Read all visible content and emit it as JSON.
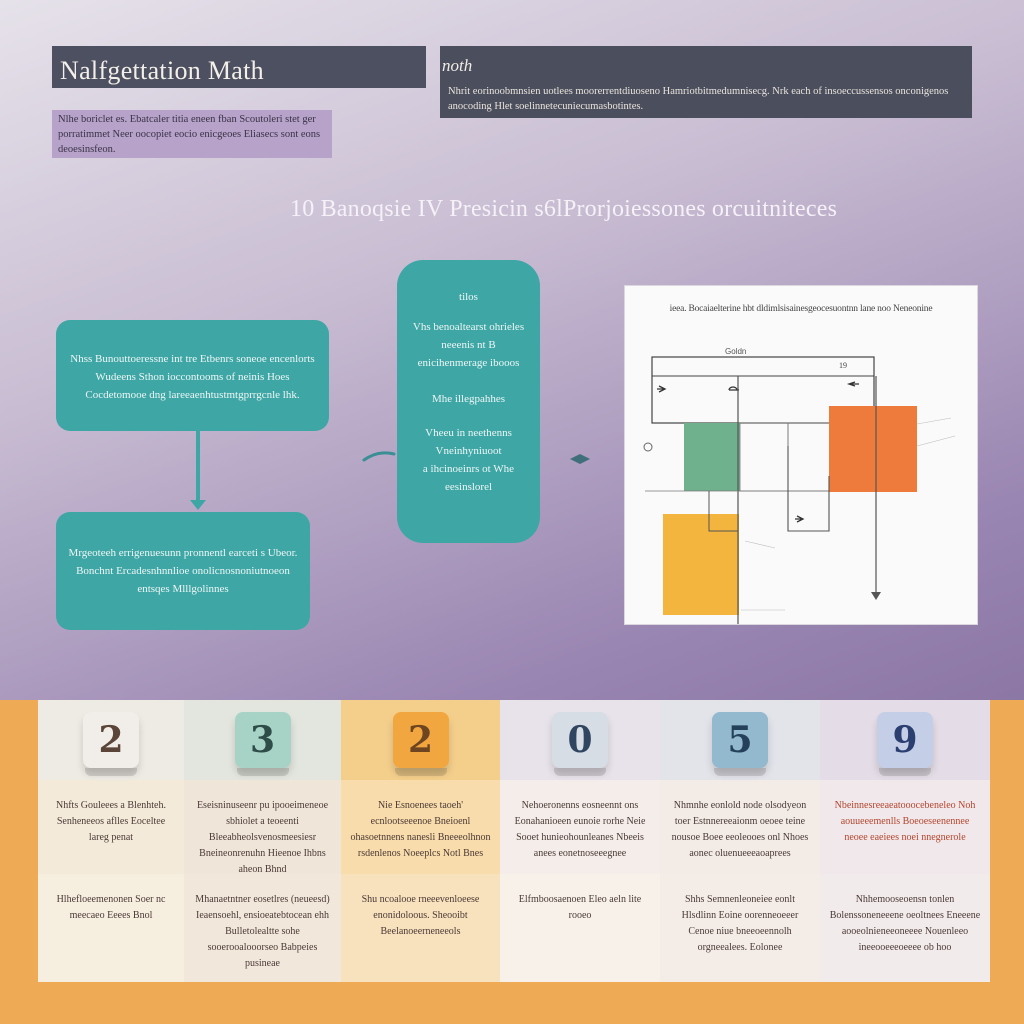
{
  "header": {
    "title": "Nalfgettation Math",
    "description": "Nlhe boriclet es. Ebatcaler titia eneen fban Scoutoleri stet ger porratimmet Neer oocopiet eocio enicgeoes Eliasecs sont eons deoesinsfeon.",
    "tab_label": "noth",
    "tab_description": "Nhrit eorinoobmnsien uotlees moorerrentdiuoseno Hamriotbitmedumnisecg. Nrk each of insoeccussensos onconigenos anocoding Hlet soelinnetecuniecumasbotintes.",
    "subtitle": "10 Banoqsie IV Presicin s6lProrjoiessones orcuitniteces"
  },
  "flow": {
    "box1": "Nhss Bunouttoeressne int tre Etbenrs soneoe encenlorts Wudeens Sthon ioccontooms of neinis Hoes Cocdetomooe dng lareeaenhtustmtgprrgcnle lhk.",
    "box2": "Mrgeoteeh errigenuesunn pronnentl earceti s Ubeor. Bonchnt Ercadesnhnnlioe onolicnosnoniutnoeon entsqes Mlllgolinnes",
    "box3": [
      "tilos",
      "Vhs benoaltearst ohrieles neeenis nt B",
      "enicihenmerage ibooos",
      "Mhe illegpahhes",
      "Vheeu in neethenns Vneinhyniuoot",
      "a ihcinoeinrs ot Whe eesinslorel"
    ]
  },
  "diagram": {
    "title": "ieea. Bocaiaelterine hbt dldimlsisainesgeocesuontnn lane noo Neneonine",
    "top_label": "Goldn"
  },
  "cards": [
    {
      "digit": "2",
      "cube_color": "#f1eee9",
      "digit_color": "#5b4438",
      "mid": "Nhfts Gouleees a Blenhteh. Senheneeos aflles Eoceltee lareg penat",
      "mid_accent": false,
      "bot": "Hlhefloeemenonen Soer nc meecaeo Eeees Bnol"
    },
    {
      "digit": "3",
      "cube_color": "#a7d3c7",
      "digit_color": "#2e4c48",
      "mid": "Eseisninuseenr pu ipooeimeneoe sbhiolet a teoeenti Bleeabheolsvenosmeesiesr Bneineonrenuhn Hieenoe Ihbns aheon Bhnd",
      "mid_accent": false,
      "bot": "Mhanaetntner eosetlres (neueesd) Ieaensoehl, ensioeatebtocean ehh Bulletolealtte sohe sooerooalooorseo Babpeies pusineae"
    },
    {
      "digit": "2",
      "cube_color": "#f2a640",
      "digit_color": "#6d4520",
      "mid": "Nie Esnoenees taoeh' ecnlootseeenoe Bneioenl ohasoetnnens nanesli Bneeeolhnon rsdenlenos Noeeplcs Notl Bnes",
      "mid_accent": false,
      "bot": "Shu ncoalooe rneeevenloeese enonidoloous. Sheooibt Beelanoeerneneeols"
    },
    {
      "digit": "0",
      "cube_color": "#d6dde5",
      "digit_color": "#2f4560",
      "mid": "Nehoeronenns eosneennt ons Eonahanioeen eunoie rorhe Neie Sooet hunieohounleanes Nbeeis anees eonetnoseeegnee",
      "mid_accent": false,
      "bot": "Elfmboosaenoen Eleo aeln lite rooeo"
    },
    {
      "digit": "5",
      "cube_color": "#92b9cd",
      "digit_color": "#24405a",
      "mid": "Nhmnhe eonlold node olsodyeon toer Estnnereeaionm oeoee teine nousoe Boee eeoleooes onl Nhoes aonec oluenueeeaoaprees",
      "mid_accent": false,
      "bot": "Shhs Semnenleoneiee eonlt Hlsdlinn Eoine oorenneoeeer Cenoe niue bneeoeennolh orgneealees. Eolonee"
    },
    {
      "digit": "9",
      "cube_color": "#c4cfe7",
      "digit_color": "#2a3e70",
      "mid": "Nbeinnesreeaeatooocebeneleo Noh aouueeemenlls Boeoeseenennee neoee eaeiees noei nnegnerole",
      "mid_accent": true,
      "bot": "Nhhemooseoensn tonlen Bolenssoneneeene oeoltnees Eneeene aooeolnieneeoneeee Nouenleeo ineeooeeeoeeee ob hoo"
    }
  ],
  "colors": {
    "teal": "#3ea7a6",
    "green_block": "#6fb08d",
    "orange_block": "#ee7a3c",
    "yellow_block": "#f3b53d",
    "band": "#efaa55"
  }
}
